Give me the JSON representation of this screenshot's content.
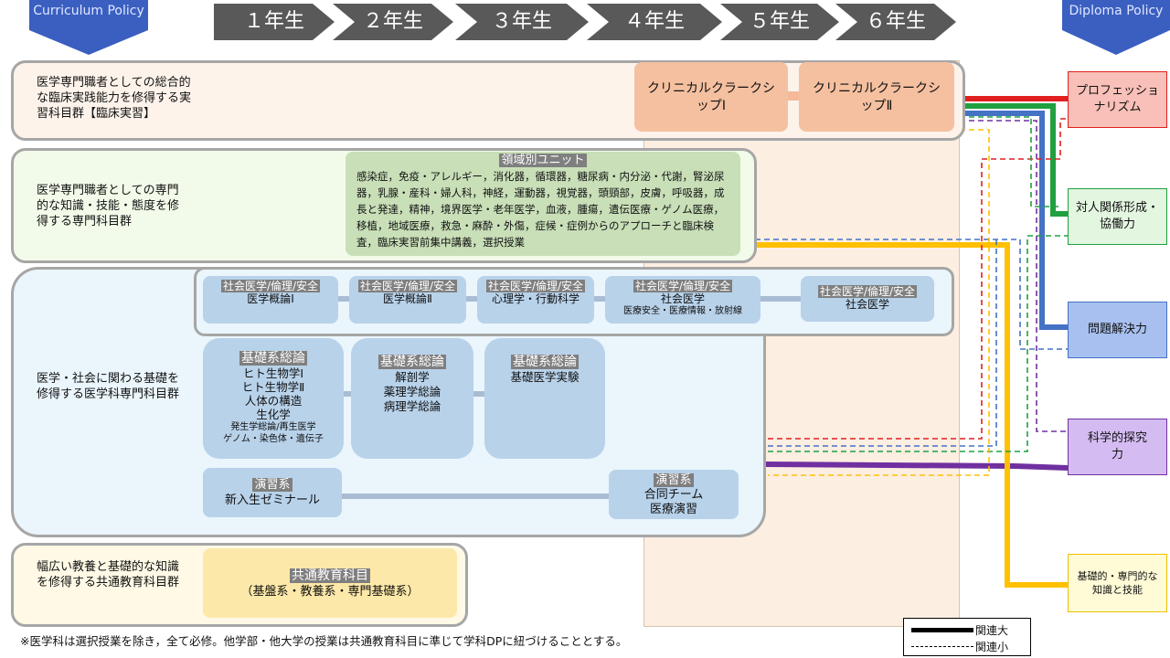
{
  "header": {
    "curriculum_policy": "Curriculum Policy",
    "diploma_policy": "Diploma Policy",
    "years": [
      "１年生",
      "２年生",
      "３年生",
      "４年生",
      "５年生",
      "６年生"
    ]
  },
  "groups": {
    "clinical": "医学専門職者としての総合的な臨床実践能力を修得する実習科目群【臨床実習】",
    "specialty": "医学専門職者としての専門的な知識・技能・態度を修得する専門科目群",
    "basic": "医学・社会に関わる基礎を修得する医学科専門科目群",
    "general": "幅広い教養と基礎的な知識を修得する共通教育科目群"
  },
  "clerkship": [
    "クリニカルクラークシップⅠ",
    "クリニカルクラークシップⅡ"
  ],
  "unit": {
    "tag": "領域別ユニット",
    "text": "感染症，免疫・アレルギー，消化器，循環器，糖尿病・内分泌・代謝，腎泌尿器，乳腺・産科・婦人科，神経，運動器，視覚器，頭頸部，皮膚，呼吸器，成長と発達，精神，境界医学・老年医学，血液，腫瘍，遺伝医療・ゲノム医療，移植，地域医療，救急・麻酔・外傷，症候・症例からのアプローチと臨床検査，臨床実習前集中講義，選択授業"
  },
  "social": [
    {
      "tag": "社会医学/倫理/安全",
      "lines": [
        "医学概論Ⅰ"
      ]
    },
    {
      "tag": "社会医学/倫理/安全",
      "lines": [
        "医学概論Ⅱ"
      ]
    },
    {
      "tag": "社会医学/倫理/安全",
      "lines": [
        "心理学・行動科学"
      ]
    },
    {
      "tag": "社会医学/倫理/安全",
      "lines": [
        "社会医学",
        "医療安全・医療情報・放射線"
      ]
    },
    {
      "tag": "社会医学/倫理/安全",
      "lines": [
        "社会医学"
      ]
    }
  ],
  "foundation": [
    {
      "tag": "基礎系総論",
      "lines": [
        "ヒト生物学Ⅰ",
        "ヒト生物学Ⅱ",
        "人体の構造",
        "生化学"
      ],
      "small": [
        "発生学総論/再生医学",
        "ゲノム・染色体・遺伝子"
      ]
    },
    {
      "tag": "基礎系総論",
      "lines": [
        "解剖学",
        "薬理学総論",
        "病理学総論"
      ],
      "small": []
    },
    {
      "tag": "基礎系総論",
      "lines": [
        "基礎医学実験"
      ],
      "small": []
    }
  ],
  "practice": [
    {
      "tag": "演習系",
      "lines": [
        "新入生ゼミナール"
      ]
    },
    {
      "tag": "演習系",
      "lines": [
        "合同チーム",
        "医療演習"
      ]
    }
  ],
  "general_course": {
    "tag": "共通教育科目",
    "text": "（基盤系・教養系・専門基礎系）"
  },
  "diploma": [
    {
      "label": "プロフェッショナリズム",
      "color": "#f8b8b0",
      "border": "#e02020"
    },
    {
      "label": "対人関係形成・協働力",
      "color": "#dff5dc",
      "border": "#20a040"
    },
    {
      "label": "問題解決力",
      "color": "#a8c0f0",
      "border": "#4472c4"
    },
    {
      "label": "科学的探究力",
      "color": "#d0b8f0",
      "border": "#7030a0"
    },
    {
      "label": "基礎的・専門的な知識と技能",
      "color": "#fffbd6",
      "border": "#f0c000"
    }
  ],
  "legend": {
    "strong": "関連大",
    "weak": "関連小"
  },
  "footnote": "※医学科は選択授業を除き，全て必修。他学部・他大学の授業は共通教育科目に準じて学科DPに紐づけることとする。"
}
